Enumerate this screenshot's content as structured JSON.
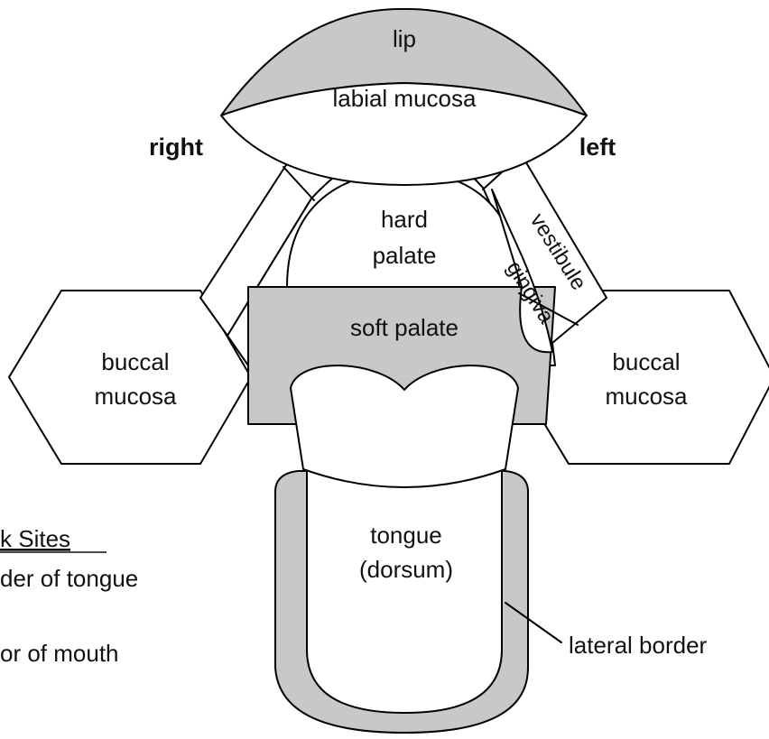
{
  "diagram": {
    "orientation": {
      "right": "right",
      "left": "left"
    },
    "regions": {
      "lip": "lip",
      "labial_mucosa": "labial mucosa",
      "hard_palate_line1": "hard",
      "hard_palate_line2": "palate",
      "vestibule": "vestibule",
      "gingiva": "gingiva",
      "soft_palate": "soft palate",
      "buccal_mucosa_left_line1": "buccal",
      "buccal_mucosa_left_line2": "mucosa",
      "buccal_mucosa_right_line1": "buccal",
      "buccal_mucosa_right_line2": "mucosa",
      "tongue_line1": "tongue",
      "tongue_line2": "(dorsum)",
      "lateral_border": "lateral border"
    },
    "legend": {
      "title": "k Sites",
      "item1": "der of tongue",
      "item2": "or of mouth"
    },
    "colors": {
      "shaded": "#c8c8c8",
      "outline": "#000000",
      "background": "#ffffff"
    }
  }
}
